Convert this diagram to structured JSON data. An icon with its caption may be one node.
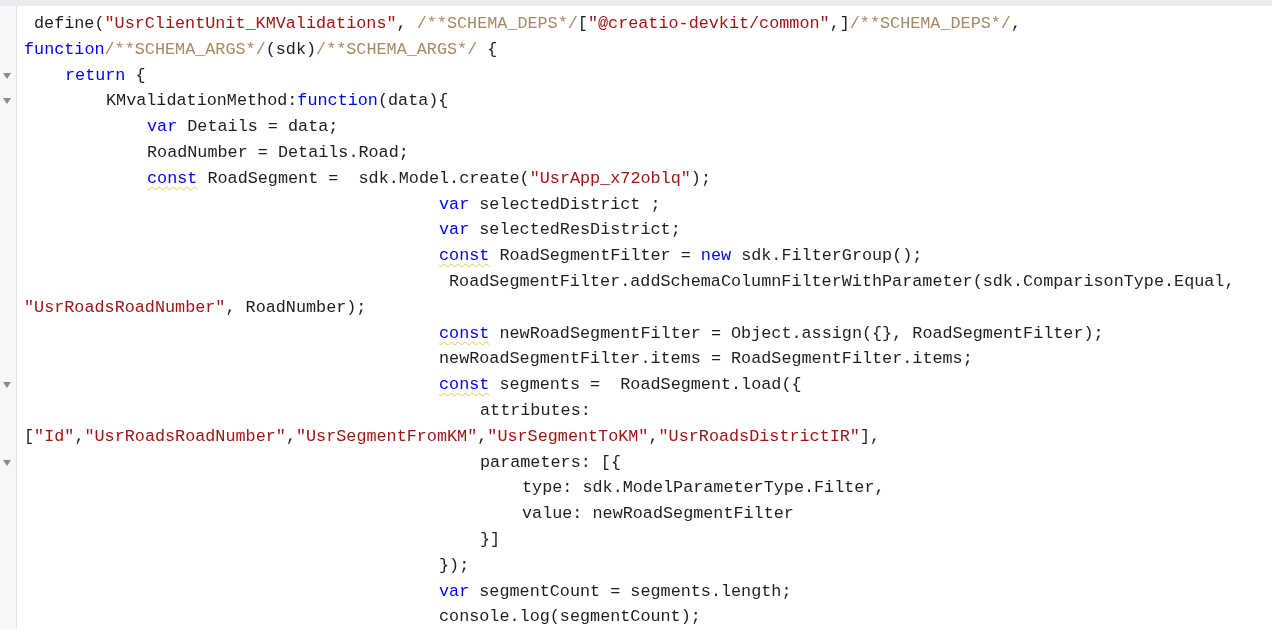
{
  "diagram": {
    "labels": [
      "define(\"UsrClientUnit_KMValidations\", /**SCHEMA_DEPS*/[\"@creatio-devkit/common\",]/**SCHEMA_DEPS*/,",
      "function/**SCHEMA_ARGS*/(sdk)/**SCHEMA_ARGS*/ {",
      "return {",
      "KMvalidationMethod:function(data){",
      "var Details = data;",
      "RoadNumber = Details.Road;",
      "const RoadSegment =  sdk.Model.create(\"UsrApp_x72oblq\");",
      "var selectedDistrict ;",
      "var selectedResDistrict;",
      "const RoadSegmentFilter = new sdk.FilterGroup();",
      "RoadSegmentFilter.addSchemaColumnFilterWithParameter(sdk.ComparisonType.Equal,",
      "\"UsrRoadsRoadNumber\", RoadNumber);",
      "const newRoadSegmentFilter = Object.assign({}, RoadSegmentFilter);",
      "newRoadSegmentFilter.items = RoadSegmentFilter.items;",
      "const segments =  RoadSegment.load({",
      "attributes:",
      "[\"Id\",\"UsrRoadsRoadNumber\",\"UsrSegmentFromKM\",\"UsrSegmentToKM\",\"UsrRoadsDistrictIR\"],",
      "parameters: [{",
      "type: sdk.ModelParameterType.Filter,",
      "value: newRoadSegmentFilter",
      "}]",
      "});",
      "var segmentCount = segments.length;",
      "console.log(segmentCount);"
    ]
  }
}
